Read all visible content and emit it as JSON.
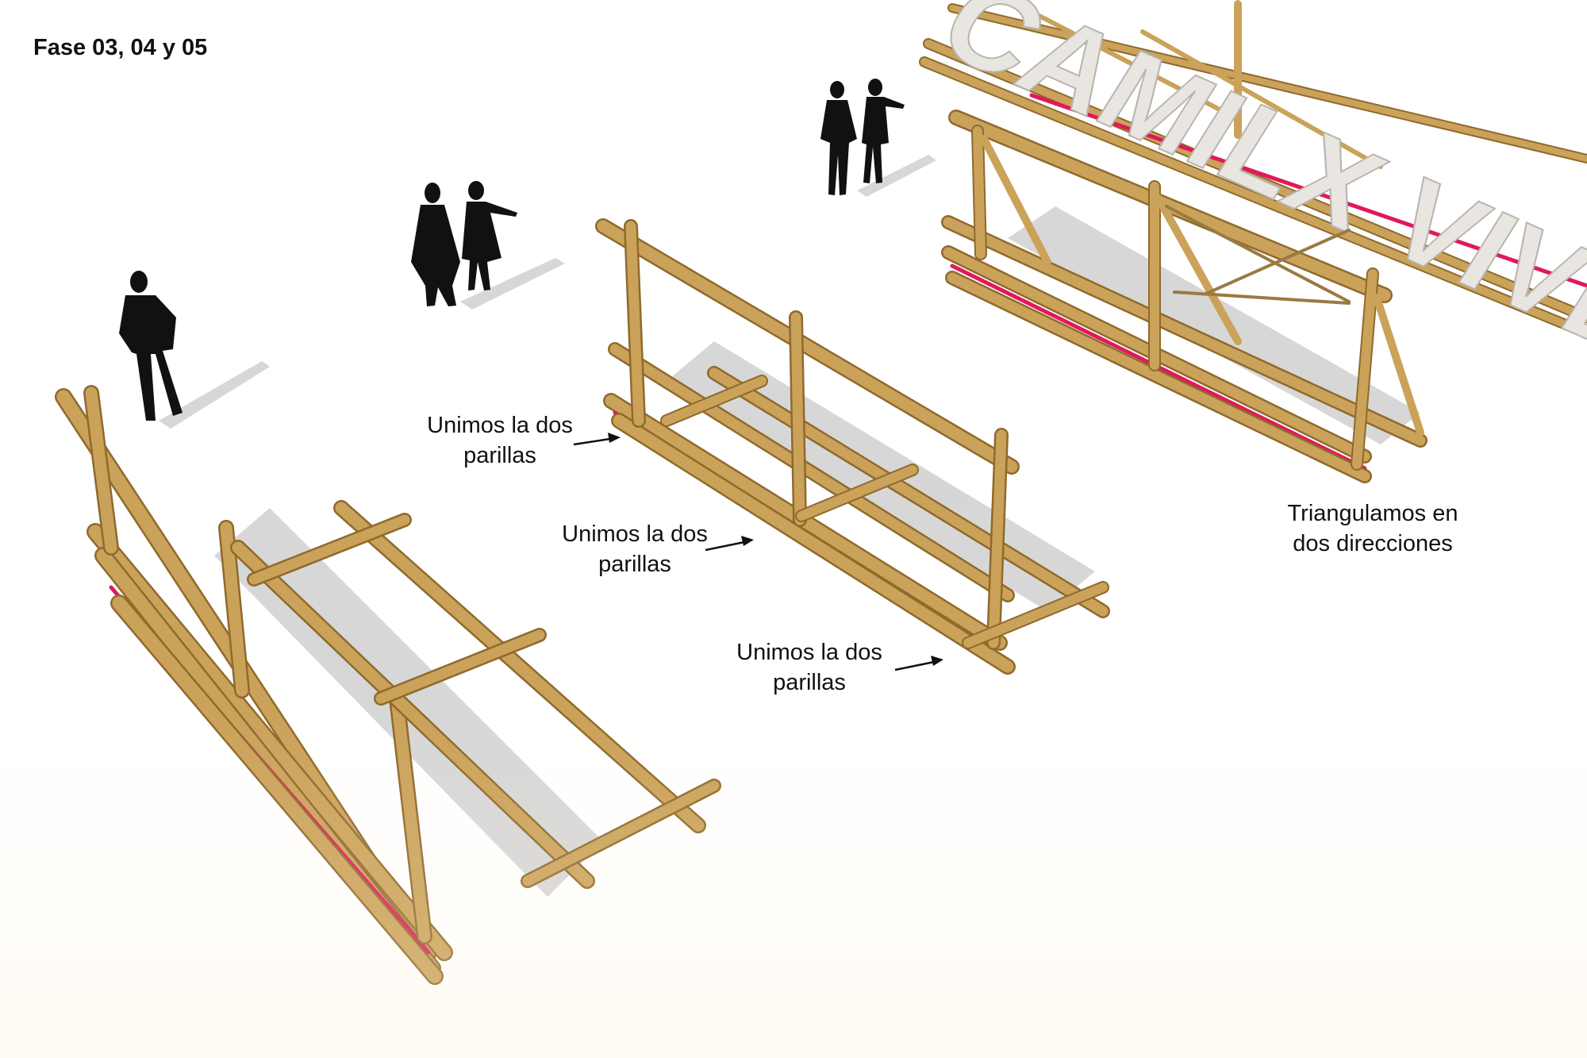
{
  "title": "Fase 03, 04 y 05",
  "sign_text": "CAMILX VIVEN",
  "annotations": [
    {
      "lines": [
        "Unimos la dos",
        "parillas"
      ]
    },
    {
      "lines": [
        "Unimos la dos",
        "parillas"
      ]
    },
    {
      "lines": [
        "Unimos la dos",
        "parillas"
      ]
    },
    {
      "lines": [
        "Triangulamos en",
        "dos direcciones"
      ]
    }
  ],
  "colors": {
    "bamboo": "#cba25a",
    "bamboo_dark": "#8f6a2c",
    "strap": "#e0195a",
    "shadow": "#c9c9c9",
    "letters": "#e9e6e2",
    "silhouette": "#111111"
  }
}
